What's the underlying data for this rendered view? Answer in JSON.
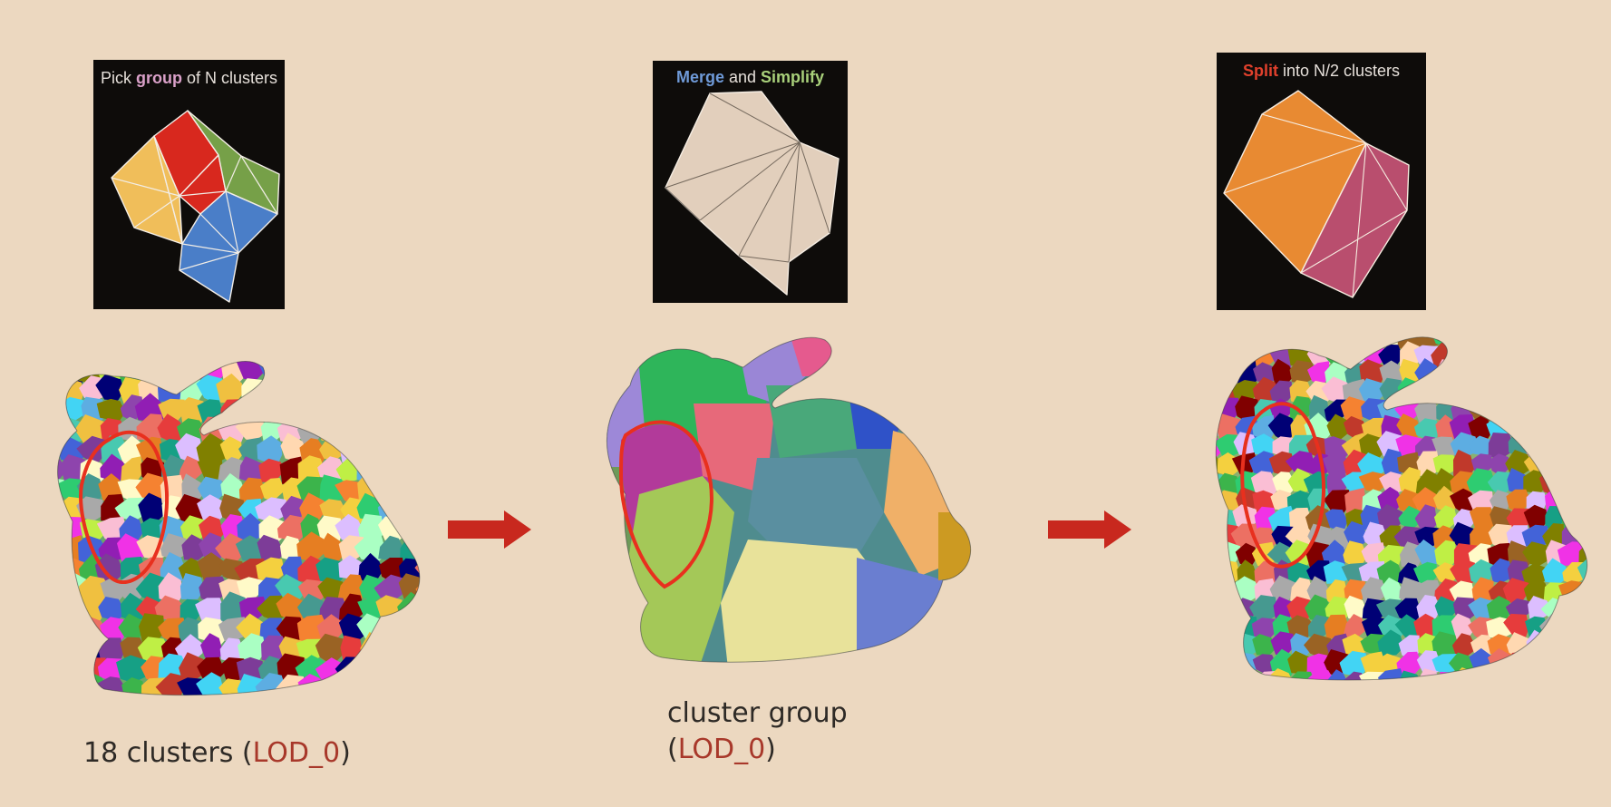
{
  "panels": {
    "pick": {
      "prefix": "Pick ",
      "highlight": "group",
      "suffix": " of N clusters"
    },
    "merge": {
      "highlight1": "Merge",
      "middle": " and ",
      "highlight2": "Simplify"
    },
    "split": {
      "highlight": "Split",
      "suffix": " into N/2 clusters"
    }
  },
  "captions": {
    "left": {
      "text": "18 clusters (",
      "lod": "LOD_0",
      "close": ")"
    },
    "middle": {
      "line1": "cluster group",
      "open": "(",
      "lod": "LOD_0",
      "close": ")"
    }
  },
  "colors": {
    "background": "#ecd8c0",
    "arrow": "#c8281e",
    "outline": "#e8301e",
    "lod_text": "#a8382a"
  }
}
